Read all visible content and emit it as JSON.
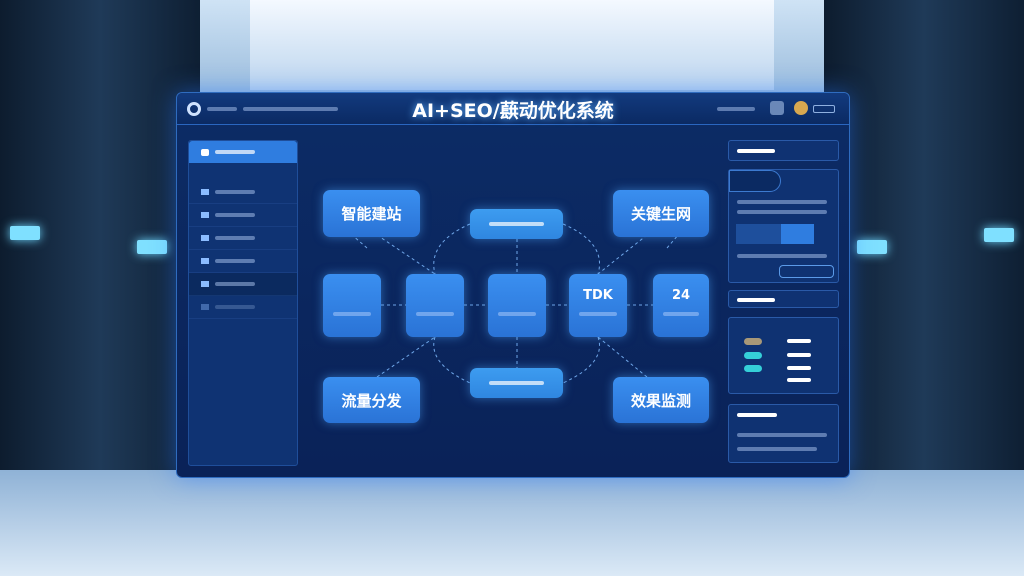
{
  "header": {
    "title": "AI+SEO/蕻动优化系统"
  },
  "diagram": {
    "corners": {
      "top_left": "智能建站",
      "top_right": "关键生网",
      "bottom_left": "流量分发",
      "bottom_right": "效果监测"
    },
    "middle_nodes": [
      "",
      "",
      "",
      "TDK",
      "24"
    ]
  },
  "colors": {
    "accent": "#2f7de0",
    "panel": "#0a2258",
    "node": "#3a8ff0",
    "highlight": "#35d0d8"
  }
}
